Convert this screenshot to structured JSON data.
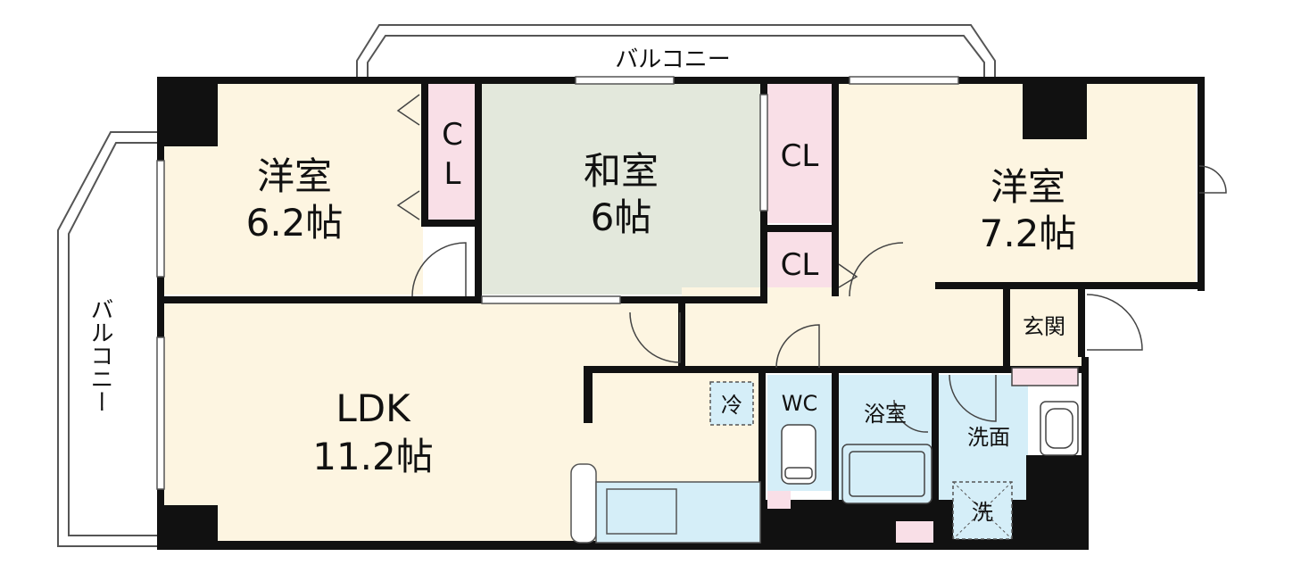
{
  "floorplan": {
    "balcony_top": "バルコニー",
    "balcony_left": "バルコニー",
    "room_west_name": "洋室",
    "room_west_size": "6.2帖",
    "room_washitsu_name": "和室",
    "room_washitsu_size": "6帖",
    "room_east_name": "洋室",
    "room_east_size": "7.2帖",
    "ldk_name": "LDK",
    "ldk_size": "11.2帖",
    "closet_c": "C",
    "closet_l": "L",
    "closet_1": "CL",
    "closet_2": "CL",
    "entrance": "玄関",
    "wc": "WC",
    "bath": "浴室",
    "washroom": "洗面",
    "fridge_mark": "冷",
    "washer_mark": "洗"
  },
  "colors": {
    "wall": "#111111",
    "floor_western": "#fdf5e1",
    "floor_washitsu": "#e3e8dc",
    "closet": "#f9dfe7",
    "wet_area": "#d5eef8",
    "ldk": "#fdf5e1"
  }
}
